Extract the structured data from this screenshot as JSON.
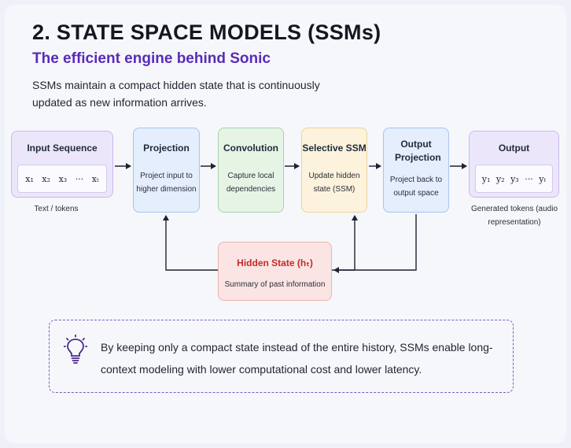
{
  "heading": {
    "title": "2. STATE SPACE MODELS (SSMs)",
    "subtitle": "The efficient engine behind Sonic",
    "description": "SSMs maintain a compact hidden state that is continuously updated as new information arrives."
  },
  "input": {
    "title": "Input Sequence",
    "tokens": [
      "x₁",
      "x₂",
      "x₃",
      "···",
      "xₜ"
    ],
    "caption": "Text / tokens"
  },
  "projection": {
    "title": "Projection",
    "desc": "Project input to higher dimension"
  },
  "convolution": {
    "title": "Convolution",
    "desc": "Capture local dependencies"
  },
  "selective_ssm": {
    "title": "Selective SSM",
    "desc": "Update hidden state (SSM)"
  },
  "output_projection": {
    "title": "Output Projection",
    "desc": "Project back to output space"
  },
  "output": {
    "title": "Output",
    "tokens": [
      "y₁",
      "y₂",
      "y₃",
      "···",
      "yₜ"
    ],
    "caption": "Generated tokens (audio representation)"
  },
  "hidden_state": {
    "title": "Hidden State (hₜ)",
    "desc": "Summary of past information"
  },
  "note": {
    "icon": "lightbulb-icon",
    "text": "By keeping only a compact state instead of the entire history, SSMs enable long-context modeling with lower computational cost and lower latency."
  },
  "colors": {
    "accent": "#5a2bb8",
    "hidden_state": "#c42a2a"
  }
}
